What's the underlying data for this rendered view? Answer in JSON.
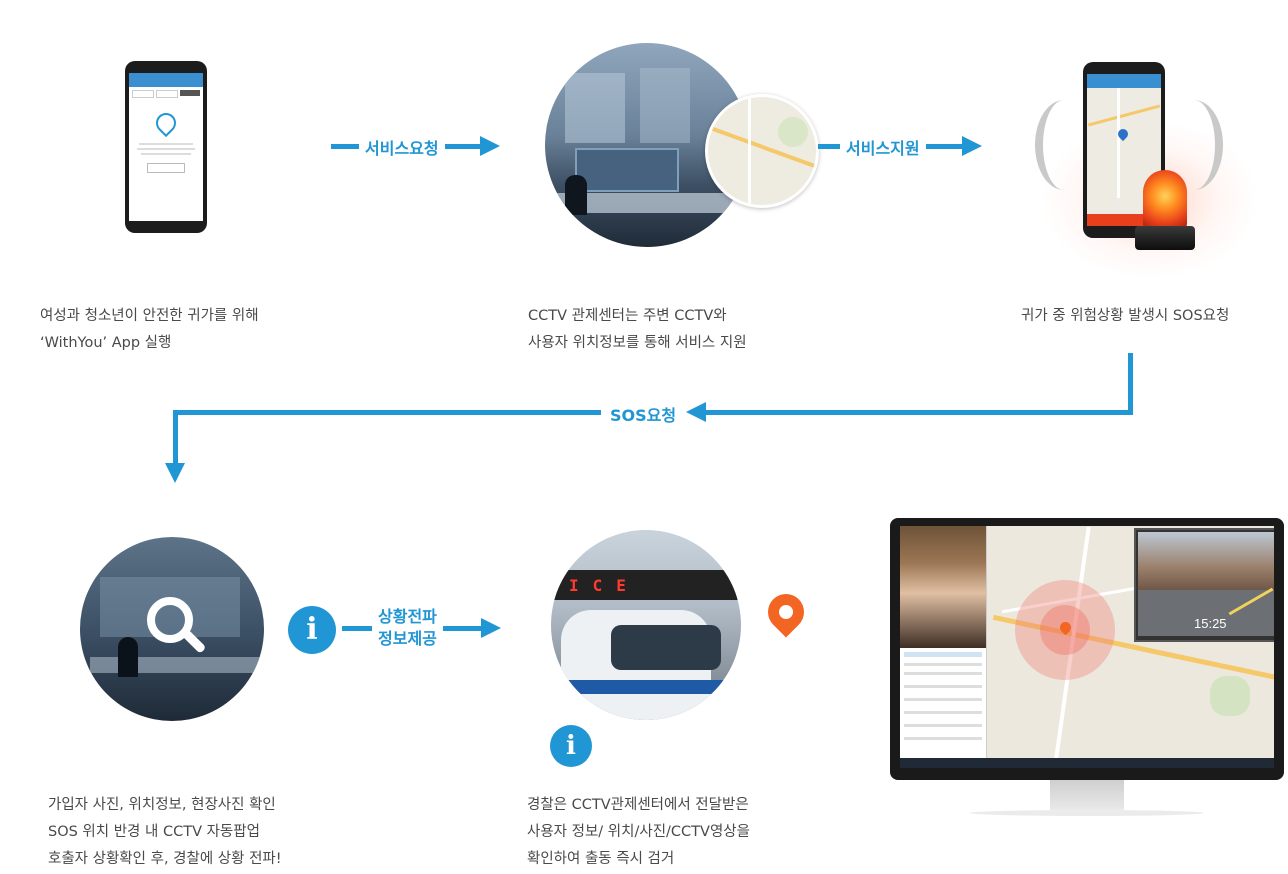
{
  "flow_labels": {
    "service_request": "서비스요청",
    "service_support": "서비스지원",
    "sos_request": "SOS요청",
    "situation_share_line1": "상황전파",
    "situation_share_line2": "정보제공"
  },
  "steps": {
    "app": {
      "desc_line1": "여성과 청소년이 안전한 귀가를 위해",
      "desc_line2": "‘WithYou’ App 실행"
    },
    "cctv_center": {
      "desc_line1": "CCTV 관제센터는 주변 CCTV와",
      "desc_line2": "사용자 위치정보를 통해 서비스 지원"
    },
    "sos": {
      "desc_line1": "귀가 중 위험상황 발생시 SOS요청"
    },
    "confirm": {
      "desc_line1": "가입자 사진, 위치정보, 현장사진 확인",
      "desc_line2": "SOS 위치 반경 내 CCTV 자동팝업",
      "desc_line3": "호출자 상황확인 후, 경찰에 상황 전파!"
    },
    "police": {
      "desc_line1": "경찰은 CCTV관제센터에서 전달받은",
      "desc_line2": "사용자 정보/ 위치/사진/CCTV영상을",
      "desc_line3": "확인하여 출동 즉시 검거"
    }
  },
  "monitor": {
    "cctv_time": "15:25",
    "police_sign": "ICE"
  },
  "colors": {
    "accent": "#2196d4",
    "pin": "#f26522",
    "siren": "#e8401c"
  }
}
